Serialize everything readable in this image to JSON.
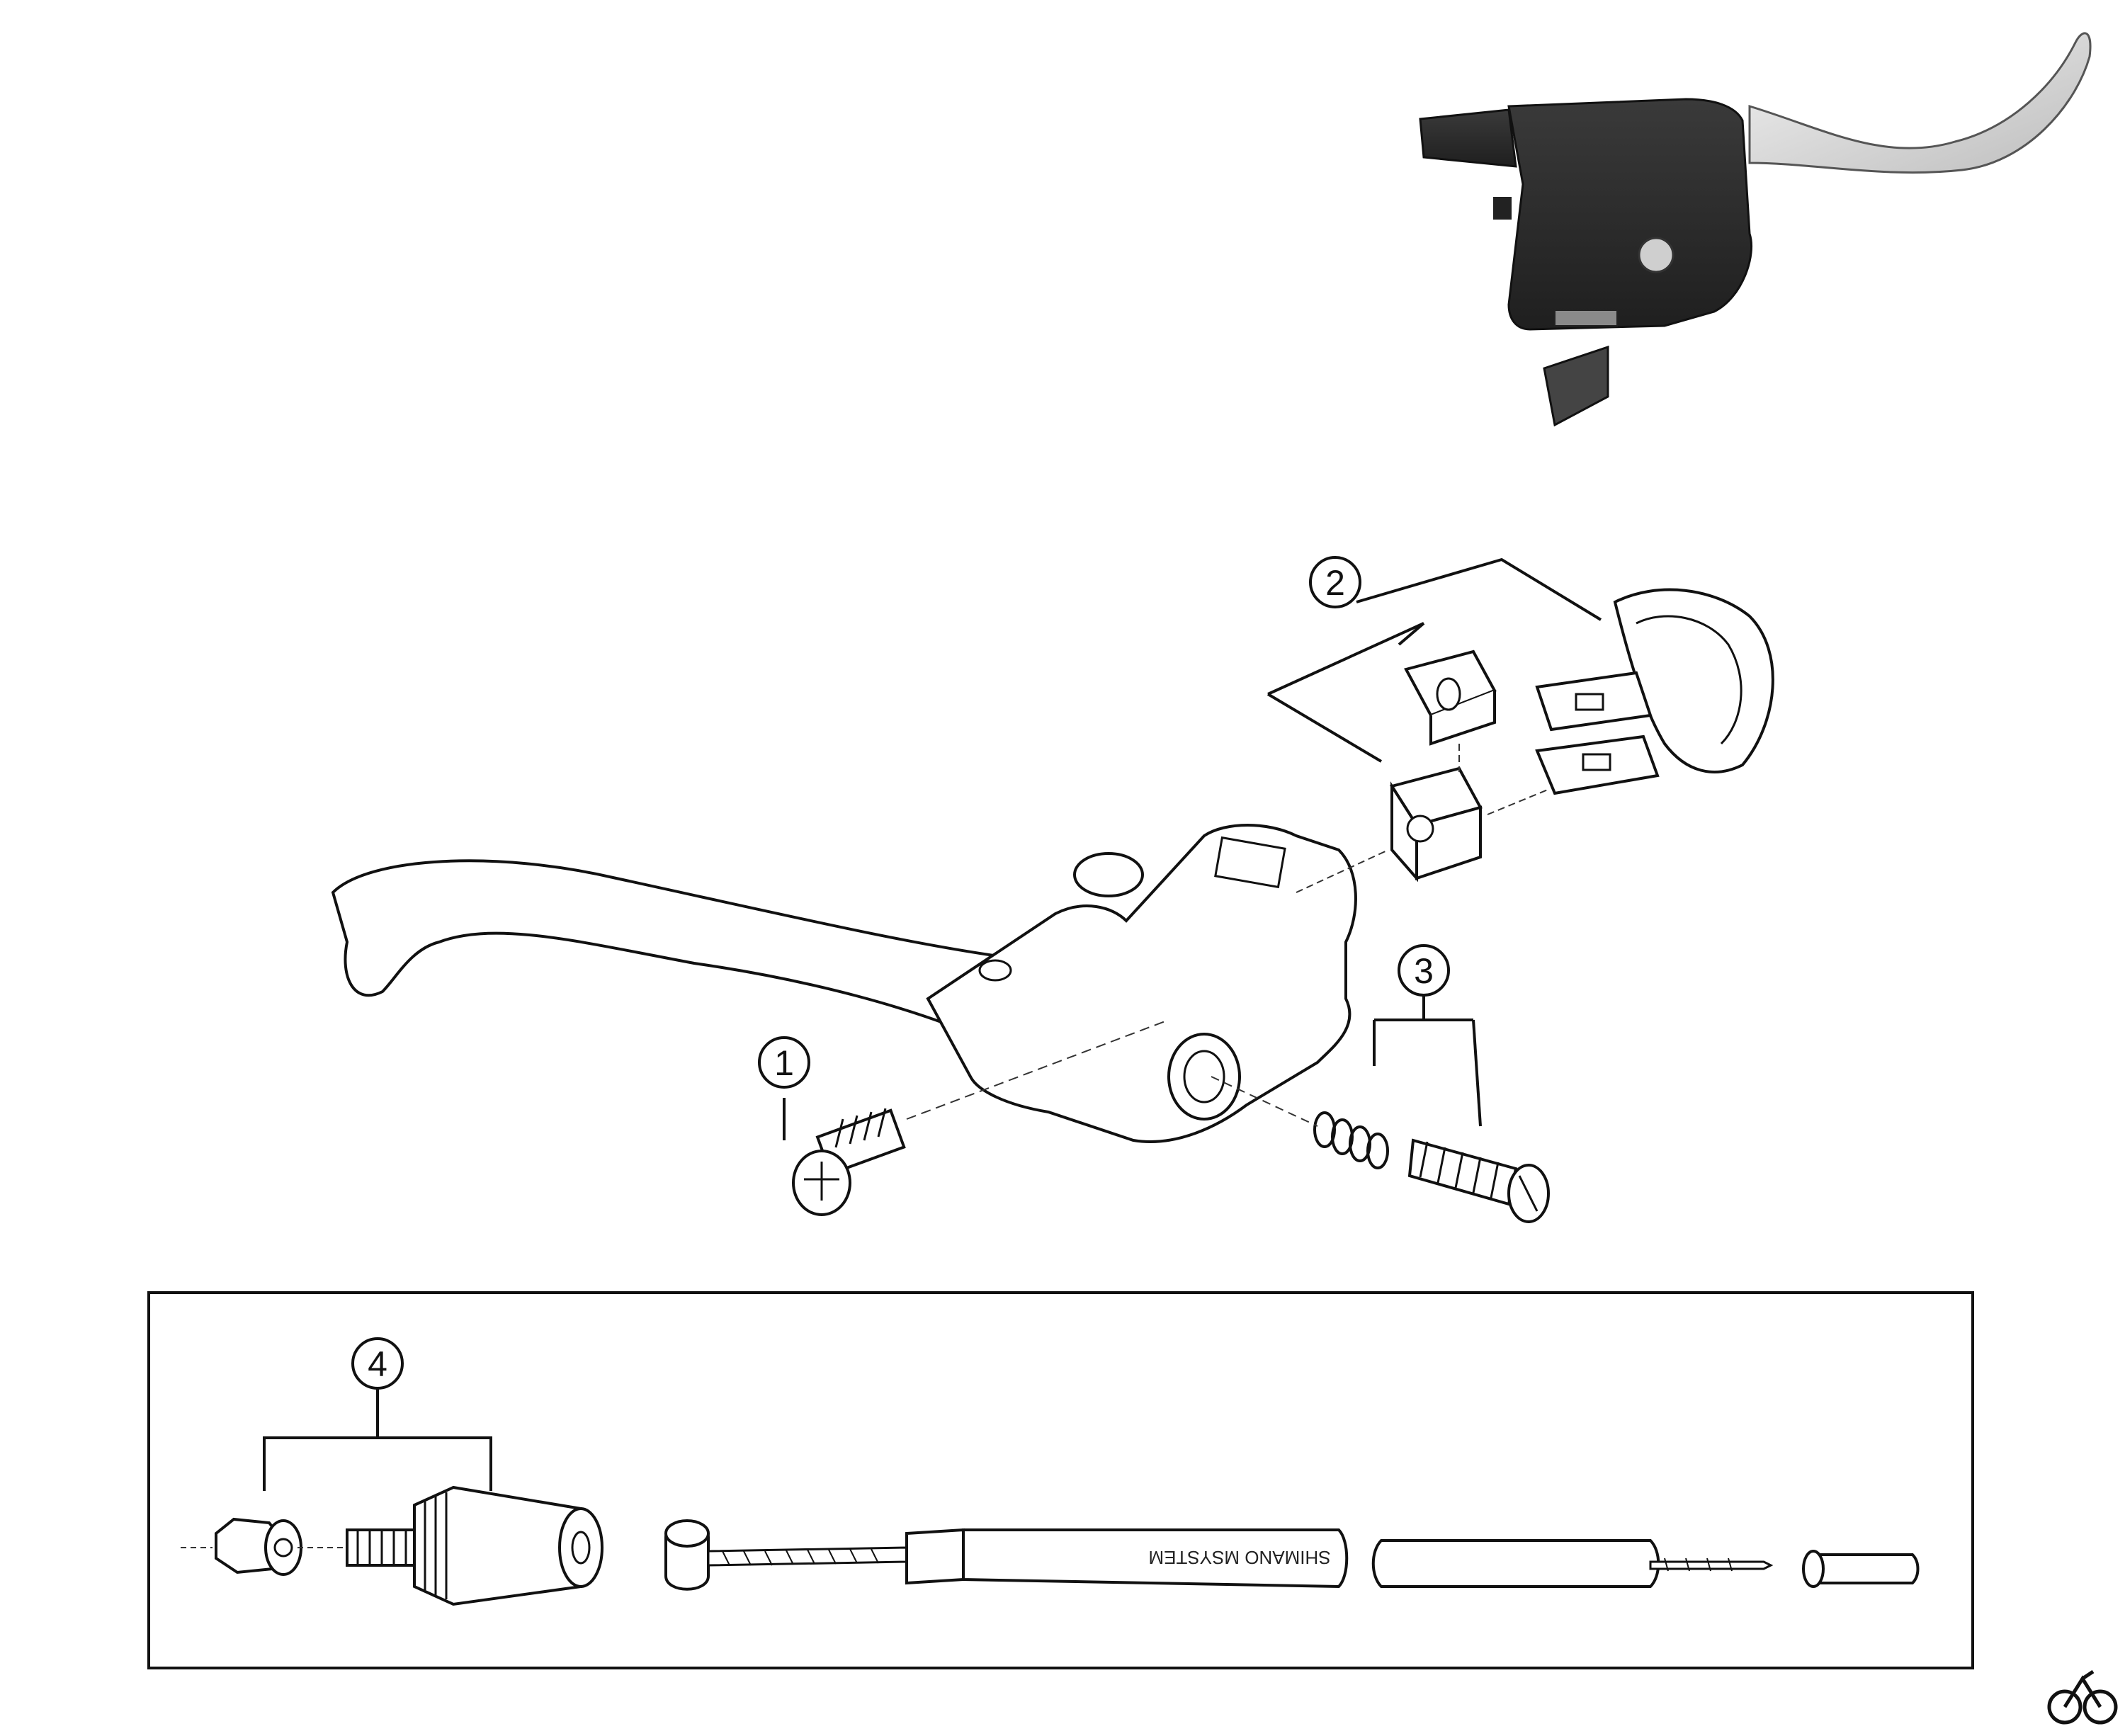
{
  "callouts": [
    {
      "label": "1"
    },
    {
      "label": "2"
    },
    {
      "label": "3"
    },
    {
      "label": "4"
    }
  ],
  "cable_print": "SHIMANO MSYSTEM",
  "colors": {
    "ink": "#111111",
    "paper": "#ffffff",
    "body_dark": "#2b2b2b",
    "lever_light": "#d9d9d9"
  },
  "icons": [
    "bicycle-icon"
  ]
}
